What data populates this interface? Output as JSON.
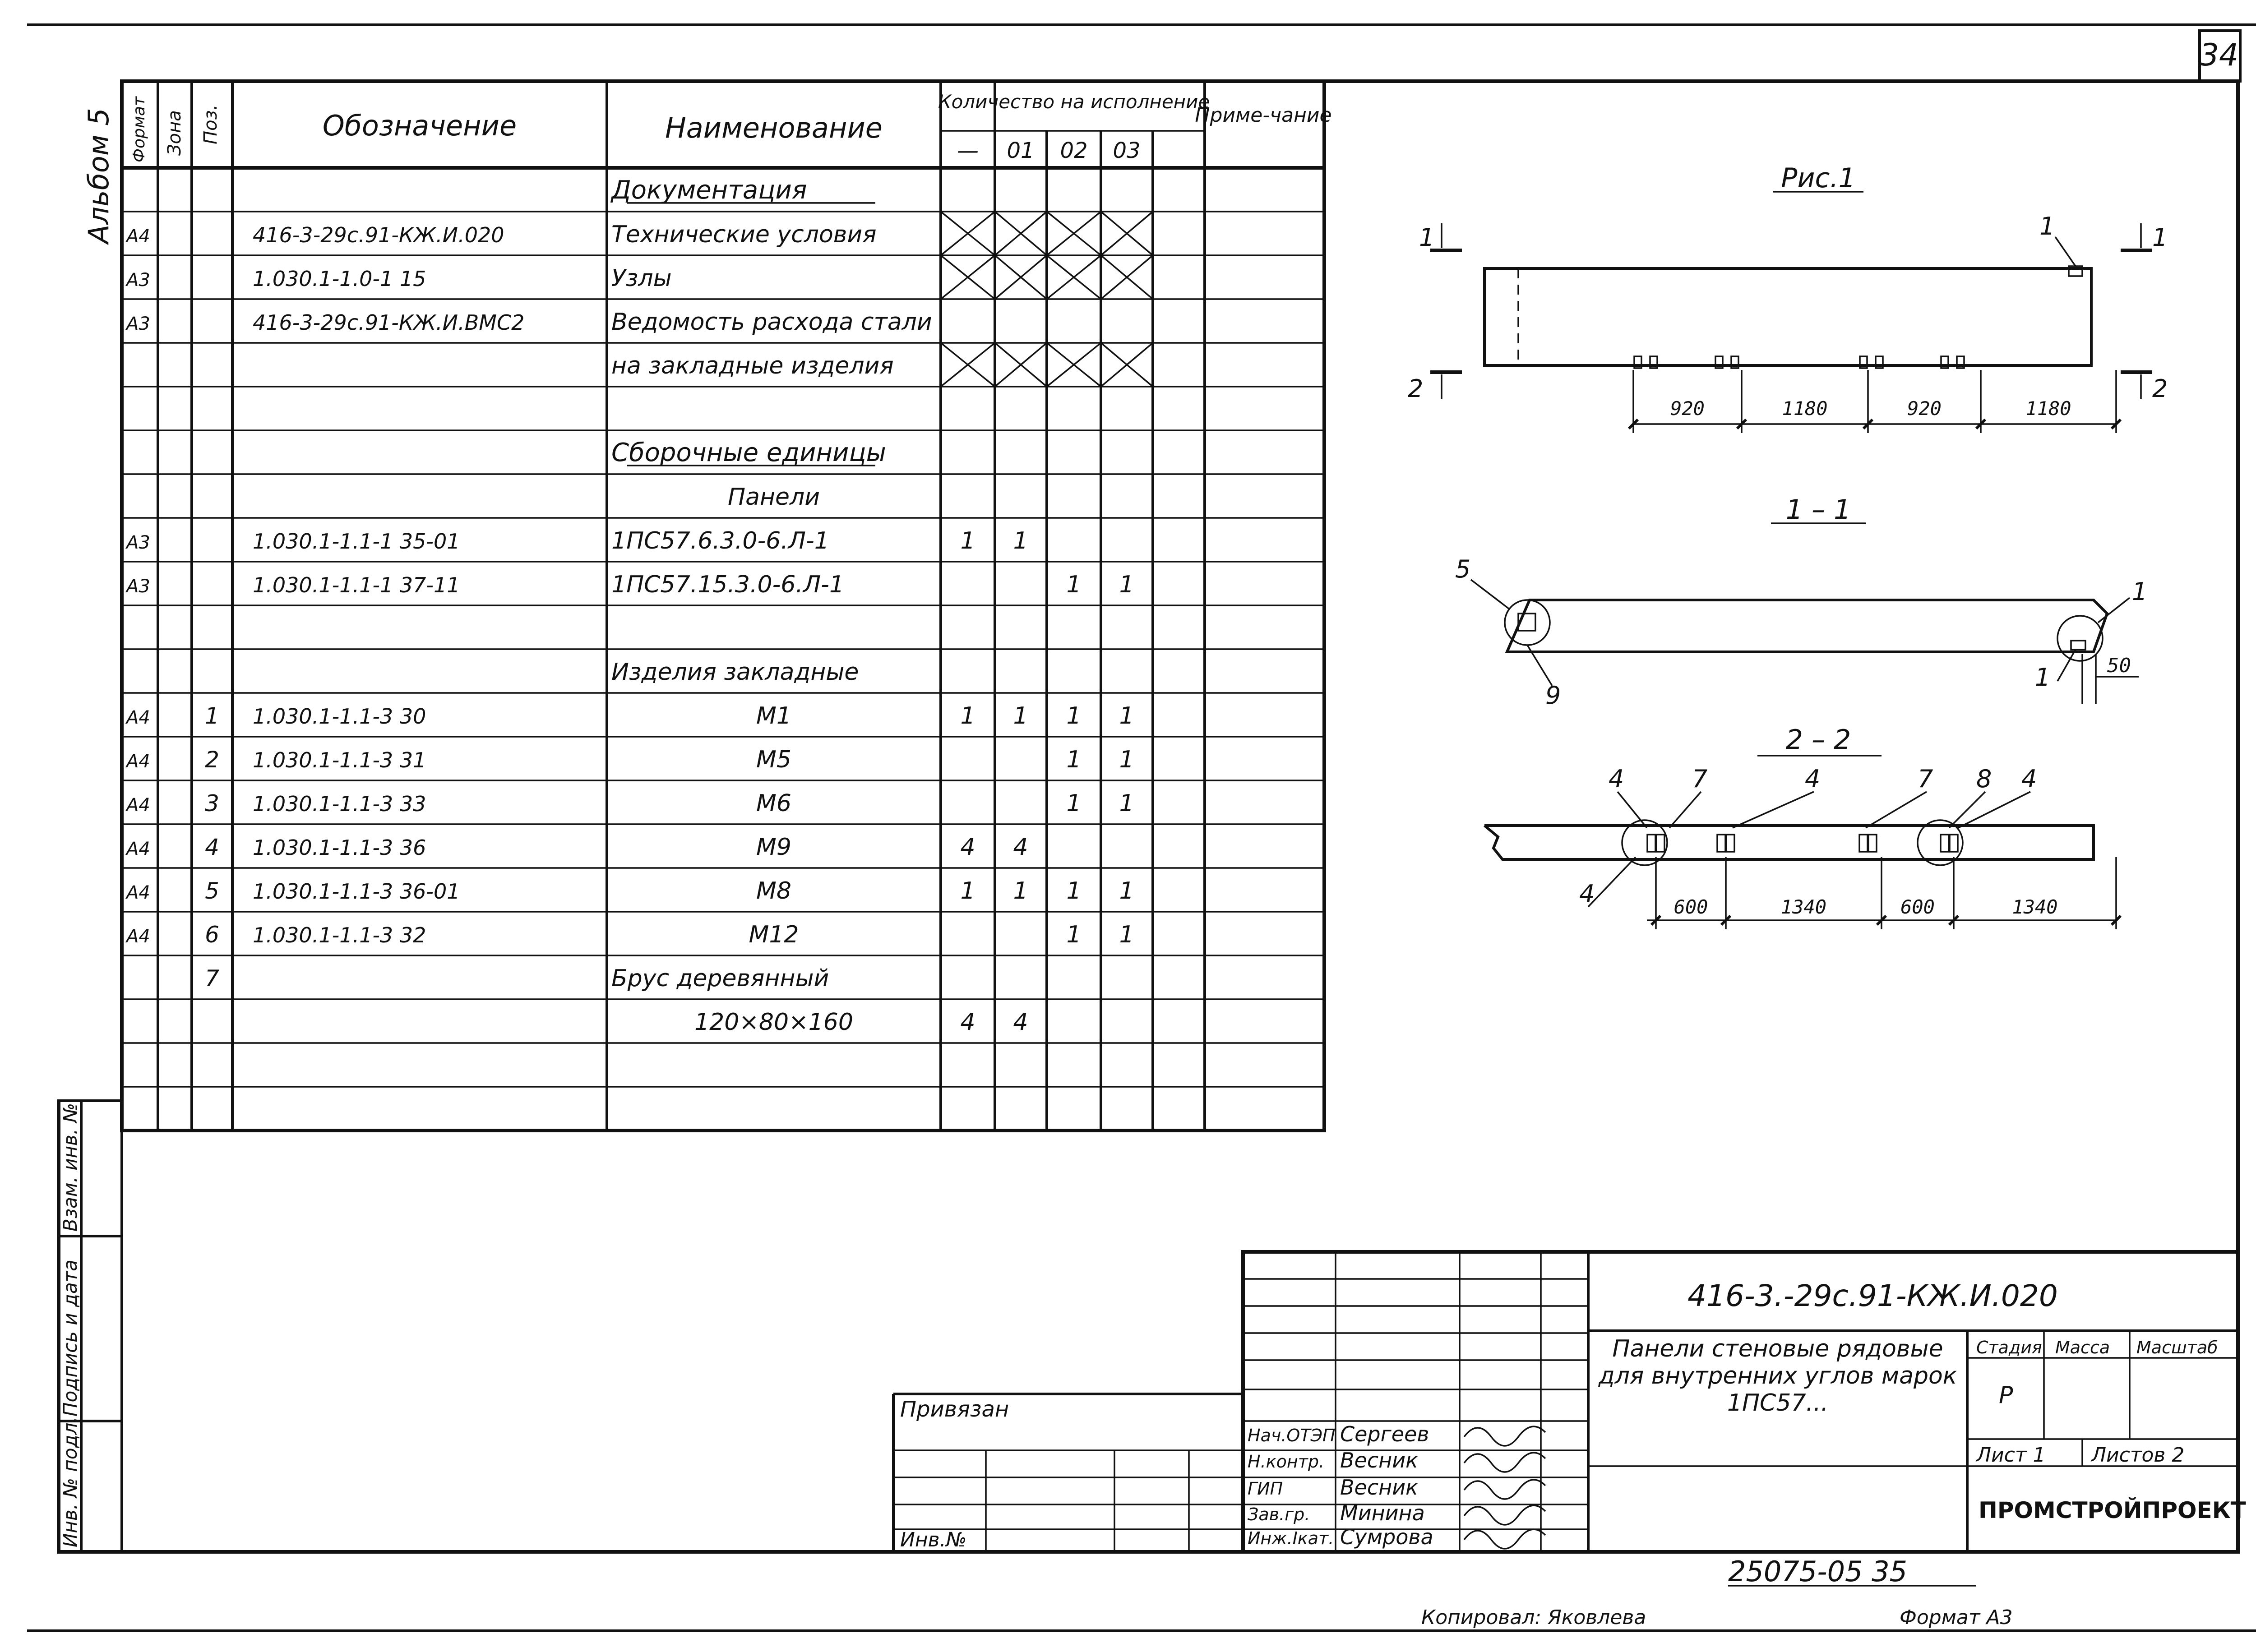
{
  "sheet_number": "34",
  "album_label": "Альбом 5",
  "spec_table": {
    "headers": {
      "format": "Формат",
      "zone": "Зона",
      "pos": "Поз.",
      "designation": "Обозначение",
      "name": "Наименование",
      "quantity": "Количество на исполнение",
      "variants": [
        "—",
        "01",
        "02",
        "03"
      ],
      "note": "Приме-чание"
    },
    "rows": [
      {
        "format": "",
        "pos": "",
        "designation": "",
        "name": "Документация",
        "q": [
          "",
          "",
          "",
          ""
        ],
        "section": true
      },
      {
        "format": "А4",
        "pos": "",
        "designation": "416-3-29с.91-КЖ.И.020",
        "name": "Технические условия",
        "q": [
          "",
          "",
          "",
          ""
        ],
        "crossed": true
      },
      {
        "format": "А3",
        "pos": "",
        "designation": "1.030.1-1.0-1  15",
        "name": "Узлы",
        "q": [
          "",
          "",
          "",
          ""
        ],
        "crossed": true
      },
      {
        "format": "А3",
        "pos": "",
        "designation": "416-3-29с.91-КЖ.И.ВМС2",
        "name": "Ведомость расхода стали",
        "q": [
          "",
          "",
          "",
          ""
        ]
      },
      {
        "format": "",
        "pos": "",
        "designation": "",
        "name": "на закладные изделия",
        "q": [
          "",
          "",
          "",
          ""
        ],
        "crossed": true
      },
      {
        "format": "",
        "pos": "",
        "designation": "",
        "name": "",
        "q": [
          "",
          "",
          "",
          ""
        ]
      },
      {
        "format": "",
        "pos": "",
        "designation": "",
        "name": "Сборочные единицы",
        "q": [
          "",
          "",
          "",
          ""
        ],
        "section": true
      },
      {
        "format": "",
        "pos": "",
        "designation": "",
        "name": "Панели",
        "q": [
          "",
          "",
          "",
          ""
        ],
        "center": true
      },
      {
        "format": "А3",
        "pos": "",
        "designation": "1.030.1-1.1-1 35-01",
        "name": "1ПС57.6.3.0-6.Л-1",
        "q": [
          "1",
          "1",
          "",
          ""
        ]
      },
      {
        "format": "А3",
        "pos": "",
        "designation": "1.030.1-1.1-1 37-11",
        "name": "1ПС57.15.3.0-6.Л-1",
        "q": [
          "",
          "",
          "1",
          "1"
        ]
      },
      {
        "format": "",
        "pos": "",
        "designation": "",
        "name": "",
        "q": [
          "",
          "",
          "",
          ""
        ]
      },
      {
        "format": "",
        "pos": "",
        "designation": "",
        "name": "Изделия закладные",
        "q": [
          "",
          "",
          "",
          ""
        ]
      },
      {
        "format": "А4",
        "pos": "1",
        "designation": "1.030.1-1.1-3   30",
        "name": "М1",
        "q": [
          "1",
          "1",
          "1",
          "1"
        ],
        "center": true
      },
      {
        "format": "А4",
        "pos": "2",
        "designation": "1.030.1-1.1-3   31",
        "name": "М5",
        "q": [
          "",
          "",
          "1",
          "1"
        ],
        "center": true
      },
      {
        "format": "А4",
        "pos": "3",
        "designation": "1.030.1-1.1-3   33",
        "name": "М6",
        "q": [
          "",
          "",
          "1",
          "1"
        ],
        "center": true
      },
      {
        "format": "А4",
        "pos": "4",
        "designation": "1.030.1-1.1-3   36",
        "name": "М9",
        "q": [
          "4",
          "4",
          "",
          ""
        ],
        "center": true
      },
      {
        "format": "А4",
        "pos": "5",
        "designation": "1.030.1-1.1-3   36-01",
        "name": "М8",
        "q": [
          "1",
          "1",
          "1",
          "1"
        ],
        "center": true
      },
      {
        "format": "А4",
        "pos": "6",
        "designation": "1.030.1-1.1-3   32",
        "name": "М12",
        "q": [
          "",
          "",
          "1",
          "1"
        ],
        "center": true
      },
      {
        "format": "",
        "pos": "7",
        "designation": "",
        "name": "Брус деревянный",
        "q": [
          "",
          "",
          "",
          ""
        ]
      },
      {
        "format": "",
        "pos": "",
        "designation": "",
        "name": "120×80×160",
        "q": [
          "4",
          "4",
          "",
          ""
        ],
        "center": true
      },
      {
        "format": "",
        "pos": "",
        "designation": "",
        "name": "",
        "q": [
          "",
          "",
          "",
          ""
        ]
      },
      {
        "format": "",
        "pos": "",
        "designation": "",
        "name": "",
        "q": [
          "",
          "",
          "",
          ""
        ]
      }
    ]
  },
  "figures": {
    "fig1": {
      "title": "Рис.1",
      "cut_labels": [
        "1",
        "1",
        "2",
        "2"
      ],
      "callout": "1",
      "dims": [
        "920",
        "1180",
        "920",
        "1180"
      ]
    },
    "sec11": {
      "title": "1 – 1",
      "callouts": [
        "5",
        "9",
        "1",
        "1"
      ],
      "dim": "50"
    },
    "sec22": {
      "title": "2 – 2",
      "callouts": [
        "4",
        "7",
        "4",
        "7",
        "8",
        "4",
        "4"
      ],
      "dims": [
        "600",
        "1340",
        "600",
        "1340"
      ]
    }
  },
  "left_stamp": [
    "Инв. № подл.",
    "Подпись и дата",
    "Взам. инв. №"
  ],
  "title_block": {
    "doc_code": "416-3.-29с.91-КЖ.И.020",
    "title": "Панели стеновые рядовые для внутренних углов марок 1ПС57...",
    "stage_label": "Стадия",
    "mass_label": "Масса",
    "scale_label": "Масштаб",
    "stage_value": "Р",
    "sheet_label": "Лист 1",
    "sheets_label": "Листов 2",
    "org": "ПРОМСТРОЙПРОЕКТ",
    "attached": "Привязан",
    "inv_no": "Инв.№",
    "people": [
      {
        "role": "Нач.ОТЭП",
        "name": "Сергеев"
      },
      {
        "role": "Н.контр.",
        "name": "Весник"
      },
      {
        "role": "ГИП",
        "name": "Весник"
      },
      {
        "role": "Зав.гр.",
        "name": "Минина"
      },
      {
        "role": "Инж.Iкат.",
        "name": "Сумрова"
      }
    ]
  },
  "footer": {
    "archive": "25075-05   35",
    "copied": "Копировал: Яковлева",
    "format": "Формат А3"
  }
}
